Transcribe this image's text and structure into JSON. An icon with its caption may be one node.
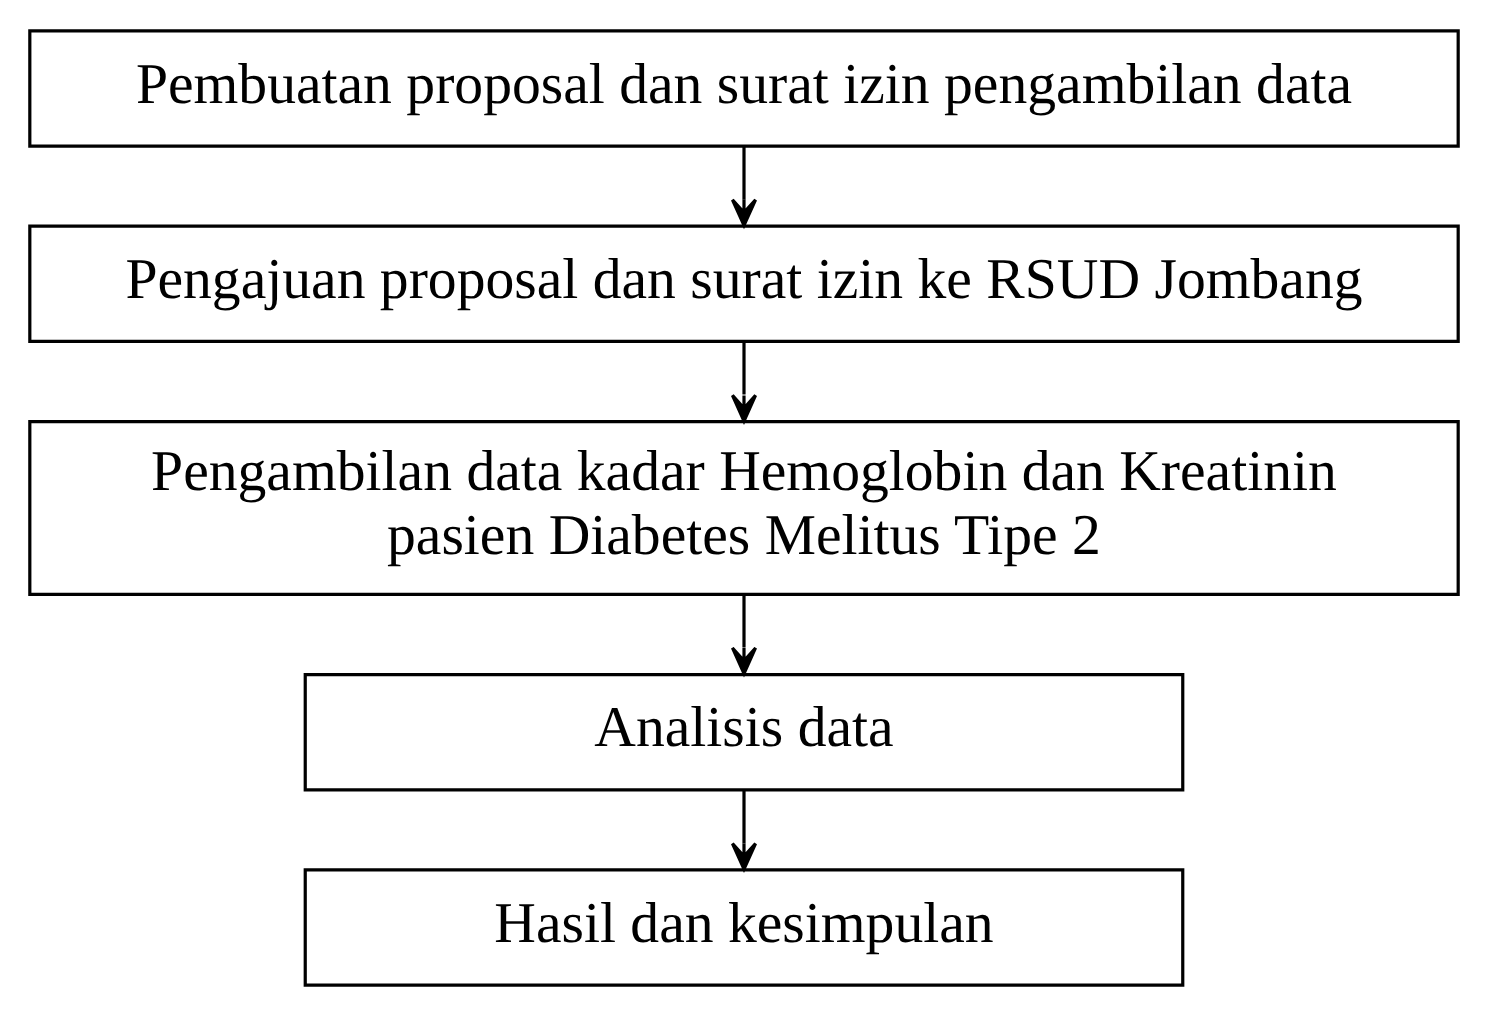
{
  "diagram": {
    "nodes": [
      {
        "text": [
          "Pembuatan proposal dan surat izin pengambilan data"
        ]
      },
      {
        "text": [
          "Pengajuan proposal dan surat izin ke RSUD Jombang"
        ]
      },
      {
        "text": [
          "Pengambilan data kadar Hemoglobin dan Kreatinin pasien Diabetes Melitus Tipe 2"
        ]
      },
      {
        "text": [
          "Analisis data"
        ]
      },
      {
        "text": [
          "Hasil dan kesimpulan"
        ]
      }
    ],
    "edges": [
      {
        "from": 0,
        "to": 1,
        "arrow": "to"
      },
      {
        "from": 1,
        "to": 2,
        "arrow": "to"
      },
      {
        "from": 2,
        "to": 3,
        "arrow": "to"
      },
      {
        "from": 3,
        "to": 4,
        "arrow": "to"
      }
    ]
  }
}
